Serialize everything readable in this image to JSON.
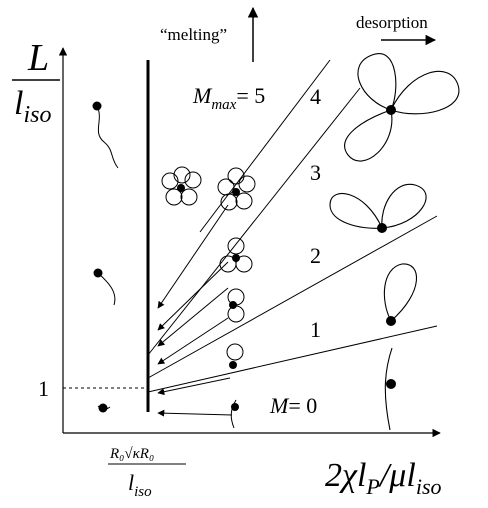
{
  "axes": {
    "y_label_numerator": "L",
    "y_label_denominator_base": "l",
    "y_label_denominator_sub": "iso",
    "y_tick": "1",
    "x_label_main": "2χl",
    "x_label_sub1": "P",
    "x_label_mid": "/μl",
    "x_label_sub2": "iso",
    "x_tick_numerator": "R₀√κR₀",
    "x_tick_denominator_base": "l",
    "x_tick_denominator_sub": "iso"
  },
  "annotations": {
    "melting": "“melting”",
    "desorption": "desorption",
    "mmax_M": "M",
    "mmax_sub": "max",
    "mmax_eq": "= 5",
    "m0_M": "M",
    "m0_eq": "= 0"
  },
  "regions": [
    "1",
    "2",
    "3",
    "4"
  ]
}
